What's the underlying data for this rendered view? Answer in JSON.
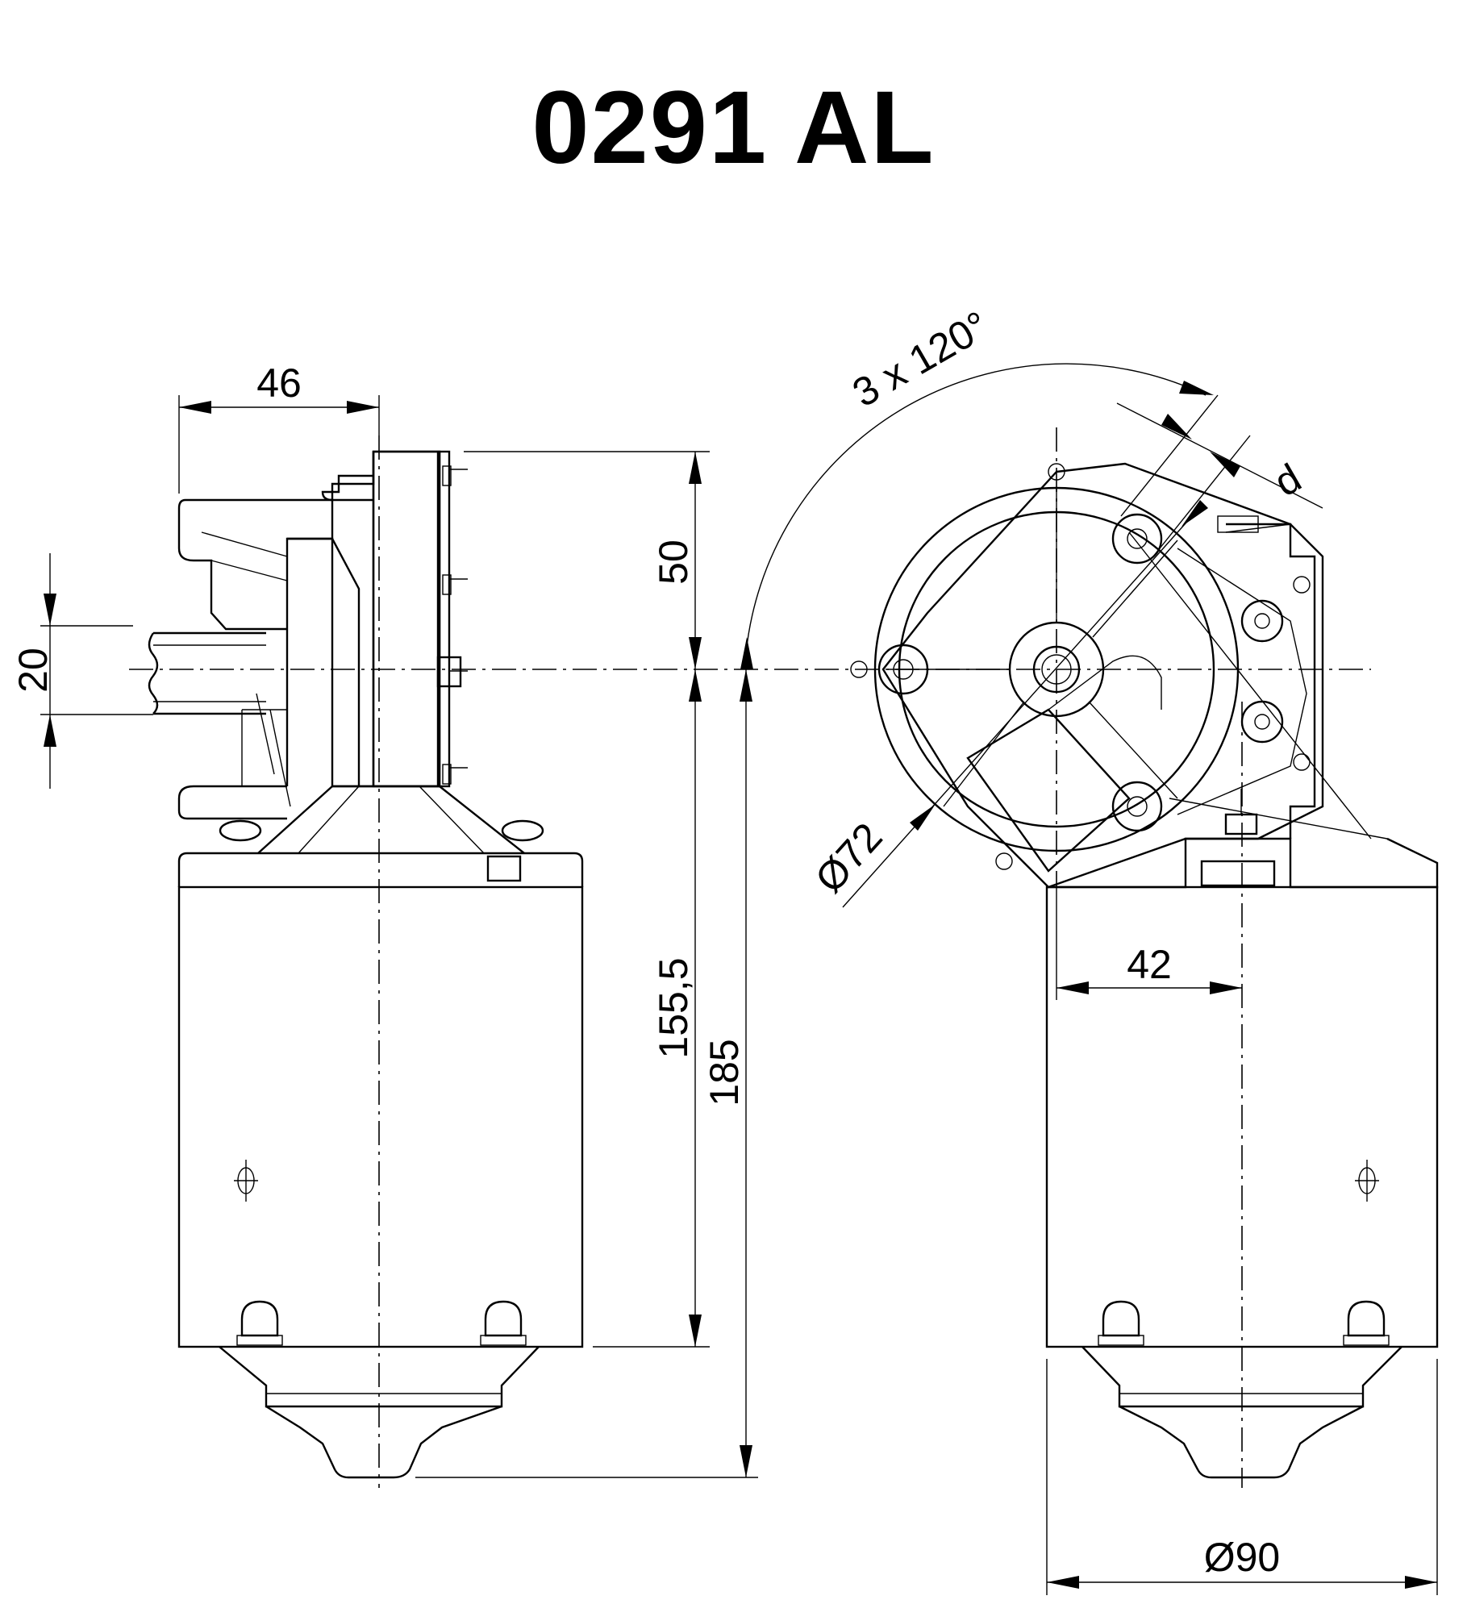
{
  "title": "0291 AL",
  "dimensions": {
    "flange_offset": "46",
    "gear_top_height": "50",
    "shaft_width": "20",
    "motor_length": "155,5",
    "overall_length": "185",
    "bolt_angle": "3 x 120°",
    "bolt_hole": "d",
    "bolt_circle": "Ø72",
    "axis_offset": "42",
    "motor_diameter": "Ø90"
  }
}
